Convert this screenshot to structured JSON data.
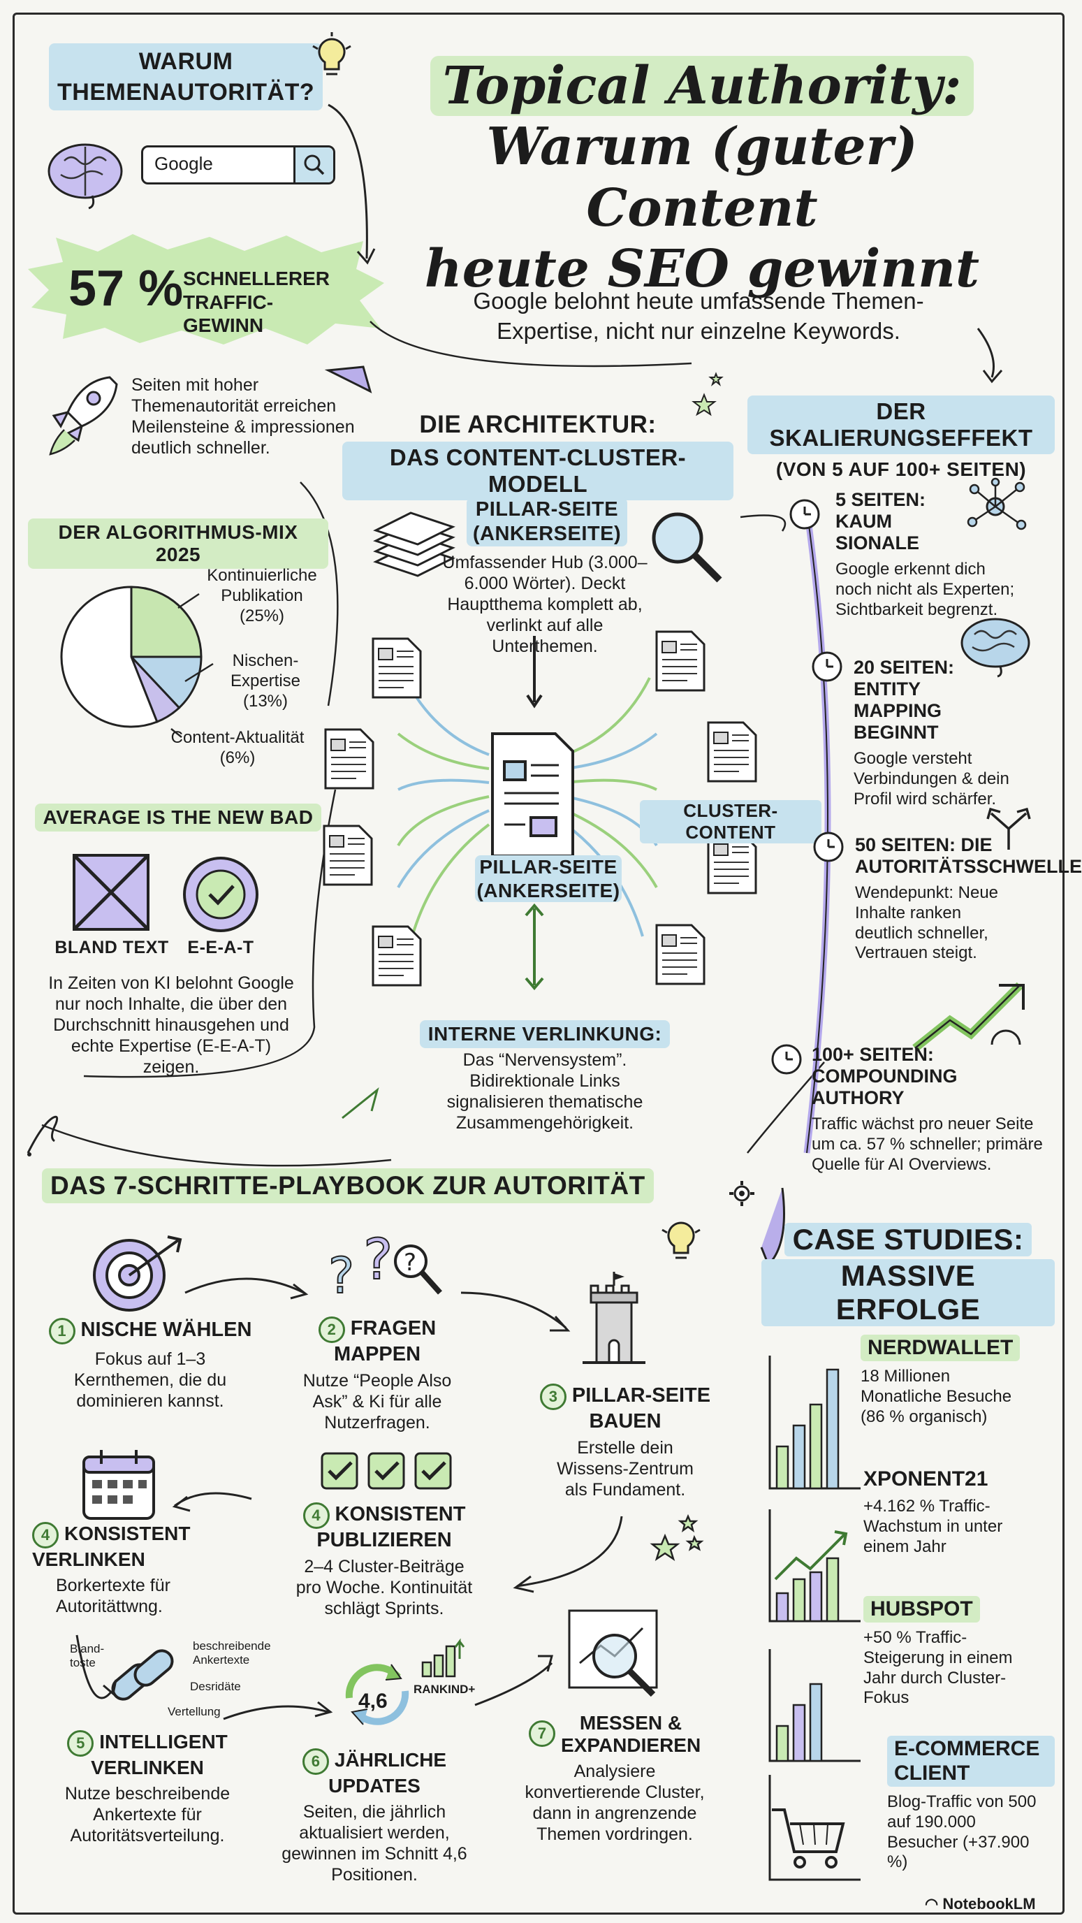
{
  "title": {
    "line1": "Topical Authority:",
    "line2": "Warum (guter) Content",
    "line3": "heute SEO gewinnt",
    "subtitle_line1": "Google belohnt heute umfassende Themen-",
    "subtitle_line2": "Expertise, nicht nur einzelne Keywords."
  },
  "why": {
    "heading": "WARUM THEMENAUTORITÄT?",
    "search_text": "Google",
    "stat_value": "57 %",
    "stat_label": "SCHNELLERER TRAFFIC-GEWINN",
    "rocket_text": "Seiten mit hoher Themenautorität erreichen Meilensteine & impressionen deutlich schneller."
  },
  "algorithm": {
    "heading": "DER ALGORITHMUS-MIX 2025",
    "colors": [
      "#c7e6b0",
      "#b8d6ea",
      "#c8c0ec",
      "#ffffff"
    ]
  },
  "chart_data": {
    "type": "pie",
    "title": "DER ALGORITHMUS-MIX 2025",
    "labels": [
      "Kontinuierliche Publikation (25%)",
      "Nischen-Expertise (13%)",
      "Content-Aktualität (6%)",
      ""
    ],
    "values": [
      25,
      13,
      6,
      56
    ]
  },
  "average": {
    "heading": "AVERAGE IS THE NEW BAD",
    "bland_label": "BLAND TEXT",
    "eeat_label": "E-E-A-T",
    "text": "In Zeiten von KI belohnt Google nur noch Inhalte, die über den Durchschnitt hinausgehen und echte Expertise (E-E-A-T) zeigen."
  },
  "architecture": {
    "heading_line1": "DIE ARCHITEKTUR:",
    "heading_line2": "DAS CONTENT-CLUSTER-MODELL",
    "pillar_heading": "PILLAR-SEITE (ANKERSEITE)",
    "pillar_text": "Umfassender Hub (3.000–6.000 Wörter). Deckt Hauptthema komplett ab, verlinkt auf alle Unterthemen.",
    "cluster_label": "CLUSTER-CONTENT",
    "center_label": "PILLAR-SEITE (ANKERSEITE)",
    "linking_heading": "INTERNE VERLINKUNG:",
    "linking_text": "Das “Nervensystem”. Bidirektionale Links signalisieren thematische Zusammengehörigkeit."
  },
  "scaling": {
    "heading_line1": "DER SKALIERUNGSEFFEKT",
    "heading_line2": "(VON 5 AUF 100+ SEITEN)",
    "stages": [
      {
        "title": "5 SEITEN: KAUM SIONALE",
        "text": "Google erkennt dich noch nicht als Experten; Sichtbarkeit begrenzt."
      },
      {
        "title": "20 SEITEN: ENTITY MAPPING BEGINNT",
        "text": "Google versteht Verbindungen & dein Profil wird schärfer."
      },
      {
        "title": "50 SEITEN: DIE AUTORITÄTSSCHWELLE",
        "text": "Wendepunkt: Neue Inhalte ranken deutlich schneller, Vertrauen steigt."
      },
      {
        "title": "100+ SEITEN: COMPOUNDING AUTHORY",
        "text": "Traffic wächst pro neuer Seite um ca. 57 % schneller; primäre Quelle für AI Overviews."
      }
    ]
  },
  "playbook": {
    "heading": "DAS 7-SCHRITTE-PLAYBOOK ZUR AUTORITÄT",
    "steps": [
      {
        "num": "1",
        "title": "NISCHE WÄHLEN",
        "text": "Fokus auf 1–3 Kernthemen, die du dominieren kannst."
      },
      {
        "num": "2",
        "title": "FRAGEN MAPPEN",
        "text": "Nutze “People Also Ask” & Ki für alle Nutzerfragen."
      },
      {
        "num": "3",
        "title": "PILLAR-SEITE BAUEN",
        "text": "Erstelle dein Wissens-Zentrum als Fundament."
      },
      {
        "num": "4",
        "title": "KONSISTENT PUBLIZIEREN",
        "text": "2–4 Cluster-Beiträge pro Woche. Kontinuität schlägt Sprints."
      },
      {
        "num": "4",
        "title": "KONSISTENT VERLINKEN",
        "text": "Borkertexte für Autoritättwng."
      },
      {
        "num": "5",
        "title": "INTELLIGENT VERLINKEN",
        "text": "Nutze beschreibende Ankertexte für Autoritätsverteilung."
      },
      {
        "num": "6",
        "title": "JÄHRLICHE UPDATES",
        "text": "Seiten, die jährlich aktualisiert werden, gewinnen im Schnitt 4,6 Positionen."
      },
      {
        "num": "7",
        "title": "MESSEN & EXPANDIEREN",
        "text": "Analysiere konvertierende Cluster, dann in angrenzende Themen vordringen."
      }
    ],
    "chain_labels": [
      "Bland-toste",
      "beschreibende Ankertexte",
      "Desridäte",
      "Vertellung"
    ],
    "update_value": "4,6",
    "rank_label": "RANKIND+"
  },
  "cases": {
    "heading_line1": "CASE STUDIES:",
    "heading_line2": "MASSIVE ERFOLGE",
    "items": [
      {
        "name": "NERDWALLET",
        "text": "18 Millionen Monatliche Besuche (86 % organisch)"
      },
      {
        "name": "XPONENT21",
        "text": "+4.162 % Traffic-Wachstum in unter einem Jahr"
      },
      {
        "name": "HUBSPOT",
        "text": "+50 % Traffic-Steigerung in einem Jahr durch Cluster-Fokus"
      },
      {
        "name": "E-COMMERCE CLIENT",
        "text": "Blog-Traffic von 500 auf 190.000 Besucher (+37.900 %)"
      }
    ]
  },
  "footer": {
    "brand": "NotebookLM"
  }
}
